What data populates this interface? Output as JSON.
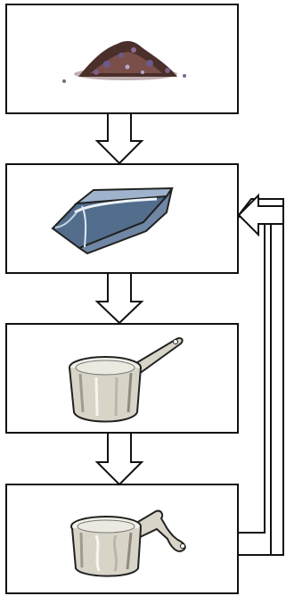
{
  "diagram": {
    "stages": [
      {
        "id": "ore",
        "icon": "ore-pile-icon"
      },
      {
        "id": "ingot",
        "icon": "metal-ingot-icon"
      },
      {
        "id": "new-pan",
        "icon": "new-saucepan-icon"
      },
      {
        "id": "used-pan",
        "icon": "used-saucepan-icon"
      }
    ],
    "connections": [
      {
        "from": "ore",
        "to": "ingot",
        "kind": "down-arrow"
      },
      {
        "from": "ingot",
        "to": "new-pan",
        "kind": "down-arrow"
      },
      {
        "from": "new-pan",
        "to": "used-pan",
        "kind": "down-arrow"
      },
      {
        "from": "used-pan",
        "to": "ingot",
        "kind": "recycle-loop-arrow"
      }
    ],
    "colors": {
      "border": "#111111",
      "ore_dark": "#4a2f2a",
      "ore_mid": "#7a4f49",
      "ore_purple": "#6d5a8d",
      "ingot_face": "#7f99b8",
      "ingot_dark": "#536d8d",
      "pan_metal": "#d8d5c8",
      "pan_shadow": "#9f9c8f"
    }
  }
}
